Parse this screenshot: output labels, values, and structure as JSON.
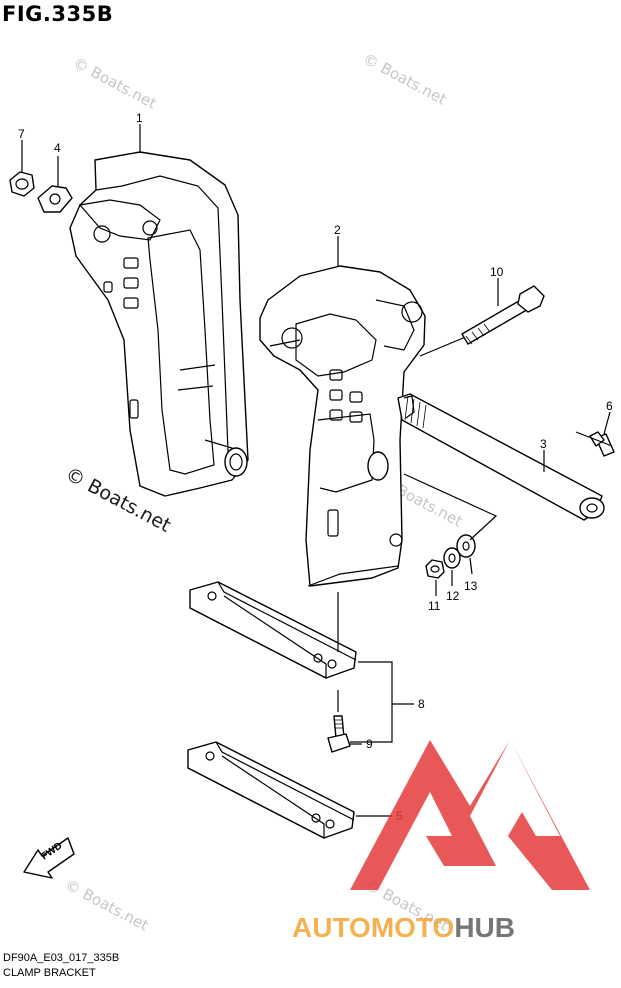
{
  "figure_title": "FIG.335B",
  "footer": {
    "model_code": "DF90A_E03_017_335B",
    "section_name": "CLAMP BRACKET"
  },
  "direction_arrow": "FWD",
  "part_callouts": [
    "1",
    "2",
    "3",
    "4",
    "5",
    "6",
    "7",
    "8",
    "9",
    "10",
    "11",
    "12",
    "13"
  ],
  "watermarks": {
    "site": "© Boats.net",
    "logo_auto": "AUTO",
    "logo_moto": "MOTO",
    "logo_hub": "HUB"
  },
  "colors": {
    "line": "#000000",
    "watermark_gray": "#bfbfbf",
    "logo_red": "#e43b3b",
    "logo_orange": "#f3a433",
    "logo_gray": "#5f5f5f"
  }
}
